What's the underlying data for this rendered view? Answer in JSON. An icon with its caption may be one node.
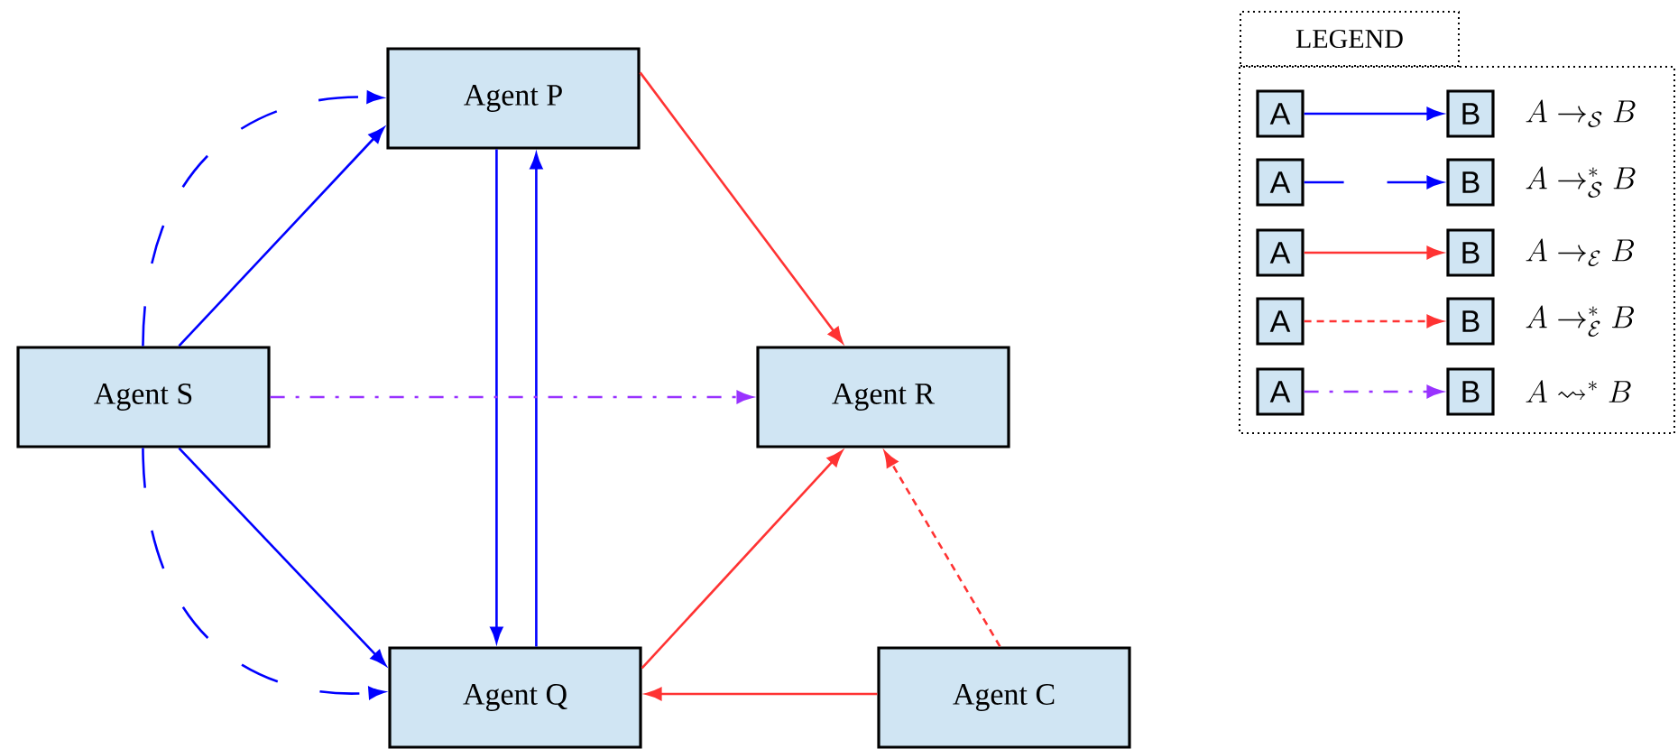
{
  "diagram": {
    "nodes": [
      {
        "text": [
          "Agent P"
        ]
      },
      {
        "text": [
          "Agent S"
        ]
      },
      {
        "text": [
          "Agent R"
        ]
      },
      {
        "text": [
          "Agent Q"
        ]
      },
      {
        "text": [
          "Agent C"
        ]
      },
      {
        "text": [
          "A"
        ]
      },
      {
        "text": [
          "B"
        ]
      },
      {
        "text": [
          "A"
        ]
      },
      {
        "text": [
          "B"
        ]
      },
      {
        "text": [
          "A"
        ]
      },
      {
        "text": [
          "B"
        ]
      },
      {
        "text": [
          "A"
        ]
      },
      {
        "text": [
          "B"
        ]
      },
      {
        "text": [
          "A"
        ]
      },
      {
        "text": [
          "B"
        ]
      }
    ],
    "edges": [
      {
        "from": 1,
        "to": 0,
        "arrow": "to"
      },
      {
        "from": 1,
        "to": 0,
        "arrow": "to",
        "style": "dashed"
      },
      {
        "from": 1,
        "to": 3,
        "arrow": "to"
      },
      {
        "from": 1,
        "to": 3,
        "arrow": "to",
        "style": "dashed"
      },
      {
        "from": 0,
        "to": 3,
        "arrow": "to"
      },
      {
        "from": 3,
        "to": 0,
        "arrow": "to"
      },
      {
        "from": 1,
        "to": 2,
        "arrow": "to",
        "style": "dashed",
        "color": "#9933ff"
      },
      {
        "from": 0,
        "to": 2,
        "arrow": "to",
        "color": "#ff3333"
      },
      {
        "from": 3,
        "to": 2,
        "arrow": "to",
        "color": "#ff3333"
      },
      {
        "from": 4,
        "to": 3,
        "arrow": "to",
        "color": "#ff3333"
      },
      {
        "from": 4,
        "to": 2,
        "arrow": "to",
        "style": "dashed",
        "color": "#ff3333"
      },
      {
        "from": 5,
        "to": 6,
        "arrow": "to"
      },
      {
        "from": 7,
        "to": 8,
        "arrow": "to",
        "style": "dashed"
      },
      {
        "from": 9,
        "to": 10,
        "arrow": "to",
        "color": "#ff3333"
      },
      {
        "from": 11,
        "to": 12,
        "arrow": "to",
        "style": "dashed",
        "color": "#ff3333"
      },
      {
        "from": 13,
        "to": 14,
        "arrow": "to",
        "style": "dashed",
        "color": "#9933ff"
      }
    ],
    "labels": [
      "LEGEND"
    ],
    "legend": [
      {
        "text": "A \\to_{\\mathcal{S}} B"
      },
      {
        "text": "A \\to^{*}_{\\mathcal{S}} B"
      },
      {
        "text": "A \\to_{\\mathcal{E}} B"
      },
      {
        "text": "A \\to^{*}_{\\mathcal{E}} B"
      },
      {
        "text": "A \\rightsquigarrow^{*} B"
      }
    ]
  }
}
